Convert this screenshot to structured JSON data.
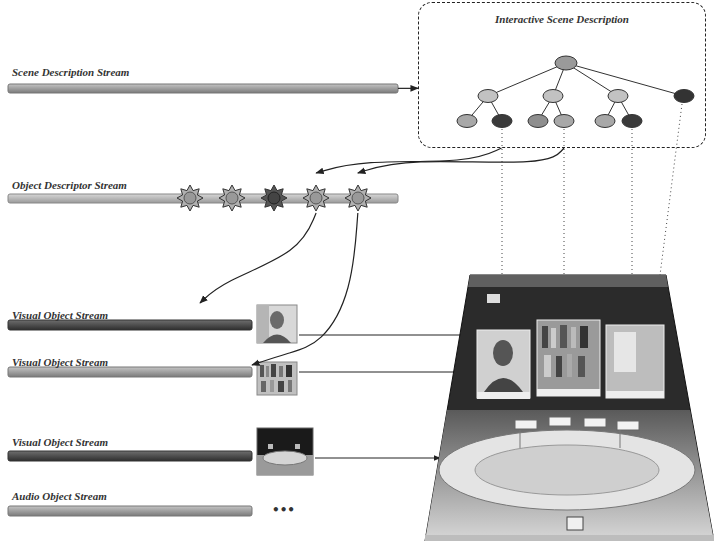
{
  "diagram": {
    "nodes": [
      {
        "text": [
          "Scene Description Stream"
        ]
      },
      {
        "text": [
          "Interactive Scene Description"
        ]
      },
      {
        "text": [
          "Object Descriptor Stream"
        ]
      },
      {
        "text": [
          "Visual Object Stream"
        ]
      },
      {
        "text": [
          "Visual Object Stream"
        ]
      },
      {
        "text": [
          "Visual Object Stream"
        ]
      },
      {
        "text": [
          "Audio Object Stream"
        ]
      }
    ],
    "edges": [
      {
        "from": 0,
        "to": 1,
        "arrow": "to"
      },
      {
        "from": 1,
        "to": 2,
        "arrow": "to"
      },
      {
        "from": 1,
        "to": 2,
        "arrow": "to"
      },
      {
        "from": 2,
        "to": 3,
        "arrow": "to"
      },
      {
        "from": 2,
        "to": 4,
        "arrow": "to"
      }
    ],
    "labels": [
      "•••"
    ]
  }
}
